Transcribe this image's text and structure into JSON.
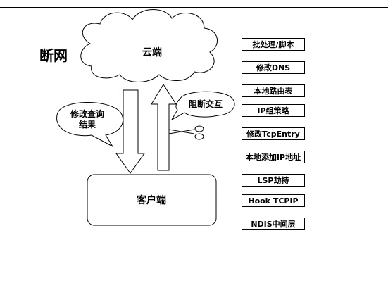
{
  "title": "断网",
  "cloud_label": "云端",
  "client_label": "客户端",
  "bubbles": {
    "block": "阻断交互",
    "modify_line1": "修改查询",
    "modify_line2": "结果"
  },
  "methods": [
    "批处理/脚本",
    "修改DNS",
    "本地路由表",
    "IP组策略",
    "修改TcpEntry",
    "本地添加IP地址",
    "LSP劫持",
    "Hook TCPIP",
    "NDIS中间层"
  ]
}
